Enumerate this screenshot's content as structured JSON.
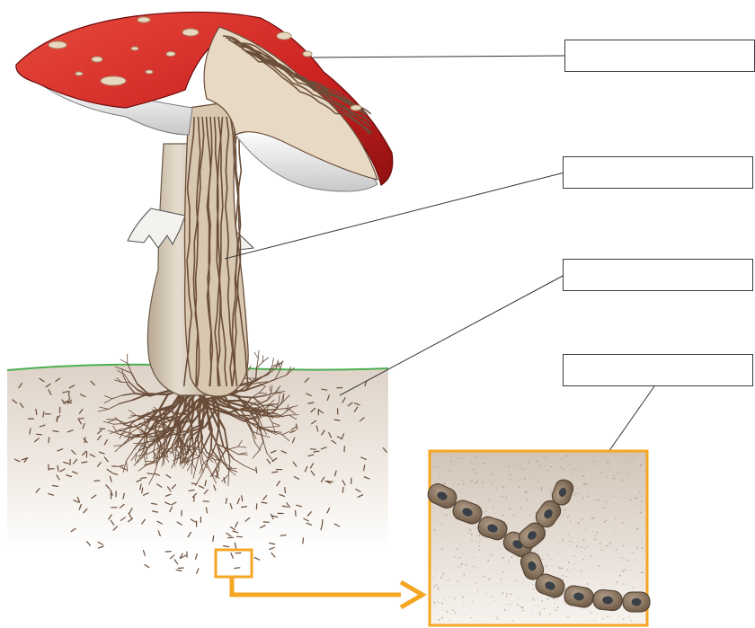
{
  "diagram": {
    "subject": "mushroom",
    "label_boxes": [
      {
        "id": "cap",
        "text": ""
      },
      {
        "id": "stalk",
        "text": ""
      },
      {
        "id": "mycelium",
        "text": ""
      },
      {
        "id": "hyphae",
        "text": ""
      }
    ],
    "colors": {
      "cap_red": "#d42a2a",
      "cap_dark": "#9e1414",
      "flesh": "#e8d9c4",
      "vein": "#6b4e3a",
      "soil_top": "#e9e1d8",
      "soil_bottom": "#ffffff",
      "grass_line": "#4caf50",
      "highlight_orange": "#f5a623",
      "hypha_cell": "#8a7560",
      "nucleus": "#3a4048"
    }
  }
}
